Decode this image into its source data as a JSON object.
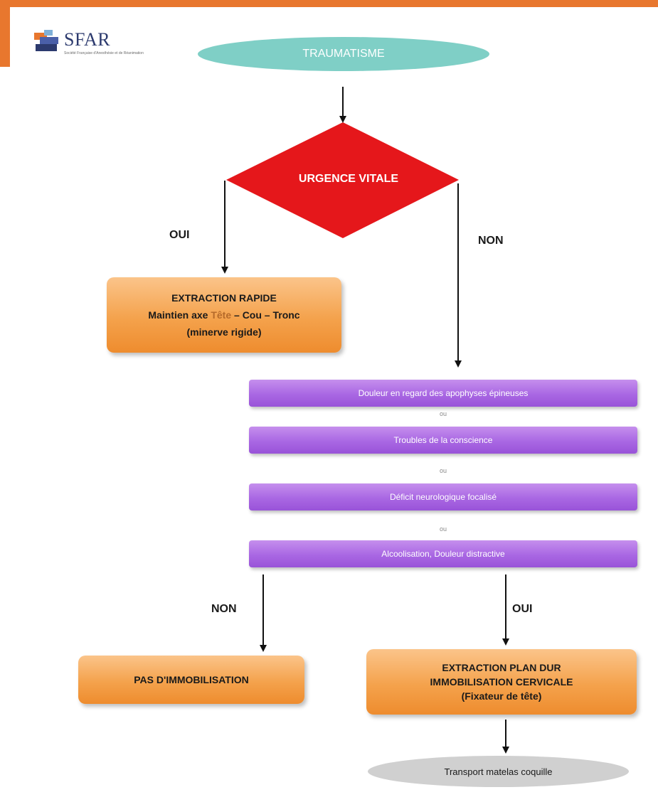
{
  "logo": {
    "text": "SFAR",
    "subtitle": "Société Française d'Anesthésie et de Réanimation"
  },
  "flowchart": {
    "start": "TRAUMATISME",
    "decision": "URGENCE VITALE",
    "branch_yes_1": "OUI",
    "branch_no_1": "NON",
    "extraction_rapide": {
      "title": "EXTRACTION RAPIDE",
      "line2_prefix": "Maintien axe ",
      "line2_accent": "Tête",
      "line2_suffix": " – Cou – Tronc",
      "line3": "(minerve rigide)"
    },
    "criteria": [
      "Douleur en regard des apophyses épineuses",
      "Troubles de la conscience",
      "Déficit neurologique focalisé",
      "Alcoolisation, Douleur distractive"
    ],
    "connector_ou": "ou",
    "branch_no_2": "NON",
    "branch_yes_2": "OUI",
    "pas_immobilisation": "PAS D'IMMOBILISATION",
    "extraction_plan": {
      "line1": "EXTRACTION PLAN DUR",
      "line2": "IMMOBILISATION CERVICALE",
      "line3": "(Fixateur de tête)"
    },
    "end": "Transport matelas coquille"
  },
  "colors": {
    "accent_orange": "#e8772e",
    "start_teal": "#7fcfc6",
    "decision_red": "#e5171b",
    "box_orange": "#f4a24c",
    "bar_purple": "#a967e3",
    "end_grey": "#d0d0d0"
  }
}
